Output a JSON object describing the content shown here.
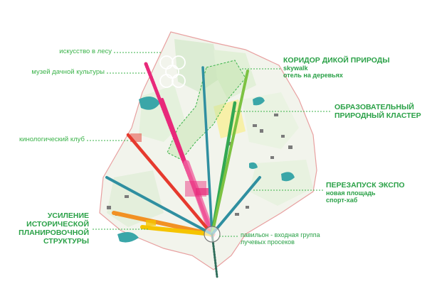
{
  "labels_left": {
    "art_forest": "искусство в лесу",
    "dacha_museum": "музей дачной культуры",
    "kennel_club": "кинологический клуб",
    "historic_line1": "УСИЛЕНИЕ",
    "historic_line2": "ИСТОРИЧЕСКОЙ",
    "historic_line3": "ПЛАНИРОВОЧНОЙ",
    "historic_line4": "СТРУКТУРЫ"
  },
  "labels_right": {
    "wildlife_title": "КОРИДОР ДИКОЙ ПРИРОДЫ",
    "wildlife_sub1": "skywalk",
    "wildlife_sub2": "отель на деревьях",
    "edu_line1": "ОБРАЗОВАТЕЛЬНЫЙ",
    "edu_line2": "ПРИРОДНЫЙ КЛАСТЕР",
    "expo_title": "ПЕРЕЗАПУСК ЭКСПО",
    "expo_sub1": "новая площадь",
    "expo_sub2": "спорт-хаб",
    "pavilion_line1": "павильон - входная группа",
    "pavilion_line2": "лучевых просеков"
  },
  "colors": {
    "label_green": "#2aa147",
    "leader_green": "#3bb34a",
    "corridor_magenta": "#e8297a",
    "corridor_red": "#e63a2e",
    "corridor_orange": "#f29123",
    "corridor_yellow": "#f5c400",
    "corridor_teal": "#2f8fa0",
    "corridor_lime": "#7cc242",
    "corridor_green": "#32a852",
    "corridor_pink": "#f0a0b4",
    "water": "#3aa6a8",
    "boundary": "#e8a0a0"
  },
  "icons": [
    "olympic-rings-icon"
  ]
}
